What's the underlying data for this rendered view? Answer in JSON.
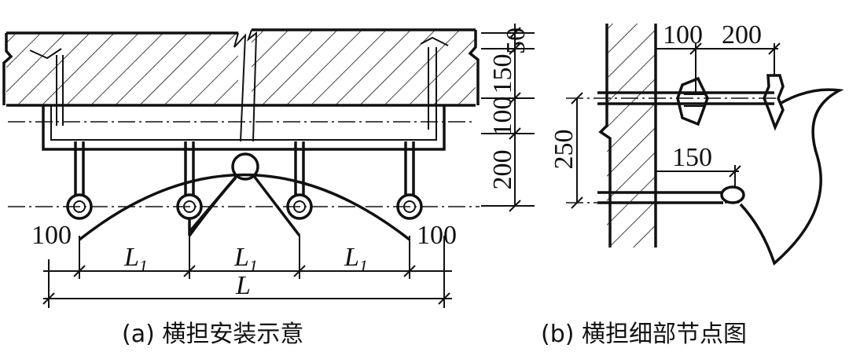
{
  "figure_a": {
    "caption": "(a) 横担安装示意",
    "vertical_dims": [
      "50",
      "150",
      "100",
      "200"
    ],
    "edge_dims": [
      "100",
      "100"
    ],
    "span_label": "L",
    "sub_span_label": "L",
    "sub_span_subscript": "1"
  },
  "figure_b": {
    "caption": "(b) 横担细部节点图",
    "top_dims": [
      "100",
      "200"
    ],
    "side_dim": "250",
    "lower_dim": "150"
  }
}
